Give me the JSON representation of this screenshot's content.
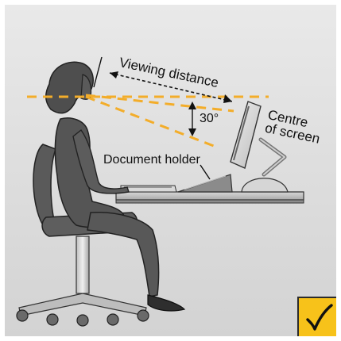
{
  "diagram": {
    "labels": {
      "viewing_distance": "Viewing distance",
      "angle": "30°",
      "centre_line1": "Centre",
      "centre_line2": "of screen",
      "document_holder": "Document holder"
    },
    "colors": {
      "background_top": "#e9e9e9",
      "background_bottom": "#d3d3d3",
      "silhouette": "#555555",
      "sightline": "#f3ad2a",
      "desk": "#c8c8c8",
      "approval_badge": "#f7c21a"
    },
    "icons": {
      "approval": "check-mark-icon"
    }
  }
}
